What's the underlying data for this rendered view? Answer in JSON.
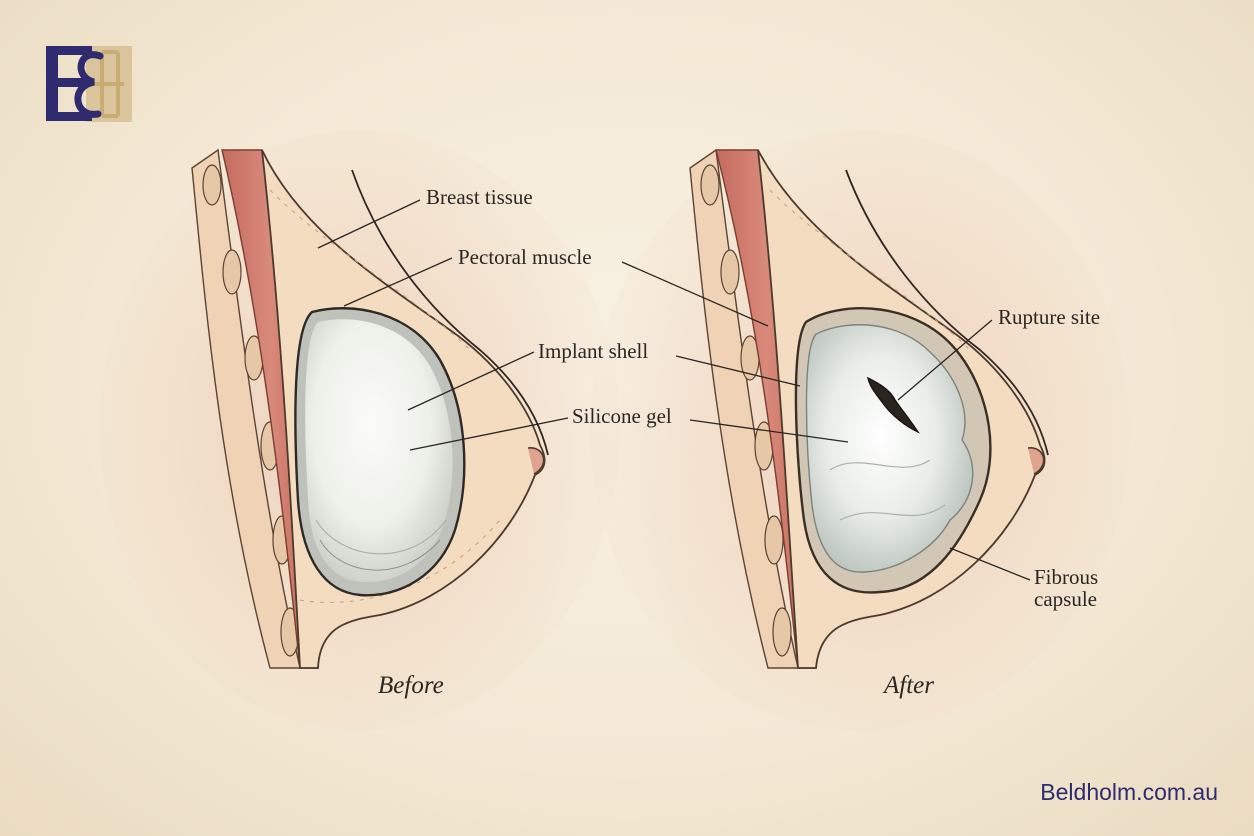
{
  "brand": {
    "logo_icon": "be-monogram-logo-icon",
    "website": "Beldholm.com.au",
    "colors": {
      "navy": "#2e2c6e",
      "gold": "#c9ab74"
    }
  },
  "before": {
    "caption": "Before",
    "labels": {
      "breast_tissue": "Breast tissue",
      "pectoral_muscle": "Pectoral muscle",
      "implant_shell": "Implant shell",
      "silicone_gel": "Silicone gel"
    }
  },
  "after": {
    "caption": "After",
    "labels": {
      "rupture_site": "Rupture site",
      "fibrous_capsule_line1": "Fibrous",
      "fibrous_capsule_line2": "capsule"
    }
  }
}
